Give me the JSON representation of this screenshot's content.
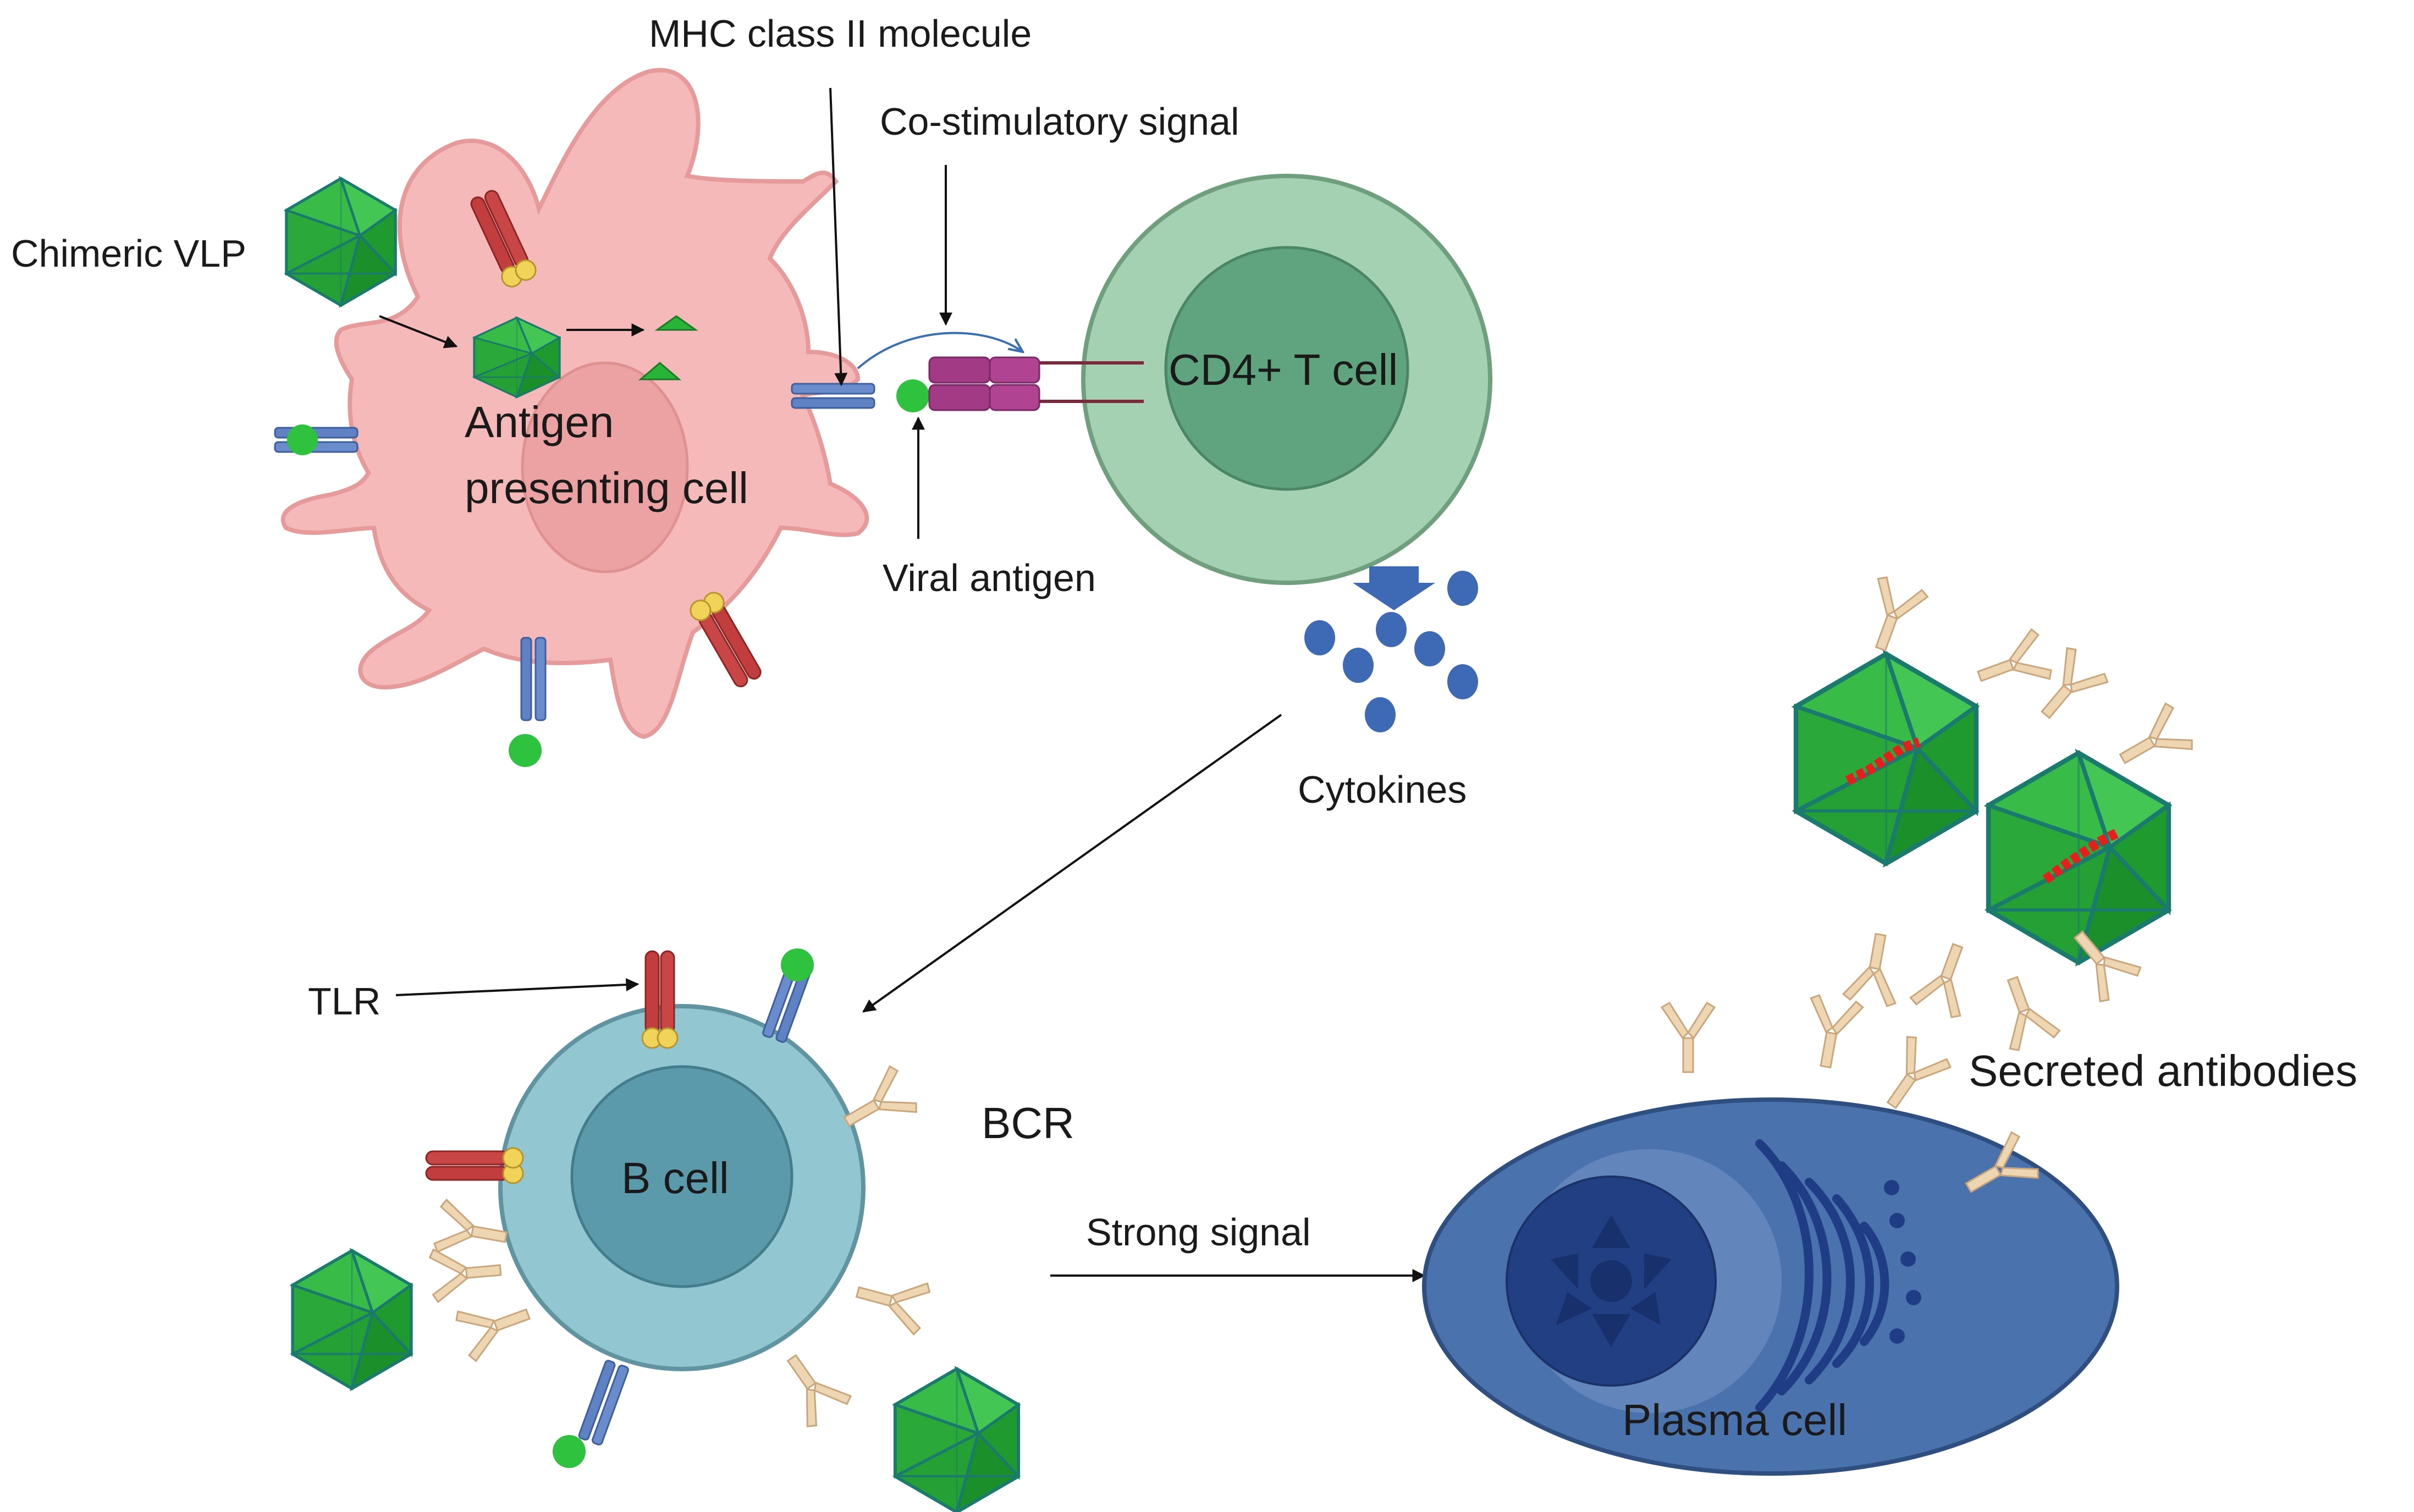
{
  "labels": {
    "mhc": "MHC class II molecule",
    "costim": "Co-stimulatory signal",
    "vlp": "Chimeric VLP",
    "apc_line1": "Antigen",
    "apc_line2": "presenting cell",
    "tcell": "CD4+ T cell",
    "viral_antigen": "Viral antigen",
    "cytokines": "Cytokines",
    "tlr": "TLR",
    "bcr": "BCR",
    "bcell": "B cell",
    "strong_signal": "Strong signal",
    "secreted": "Secreted antibodies",
    "plasma": "Plasma cell"
  },
  "colors": {
    "apc_fill": "#f6b9b9",
    "apc_stroke": "#e79a9a",
    "apc_nucleus": "#eca2a2",
    "tcell_outer": "#a3d1b1",
    "tcell_inner": "#5fa37f",
    "bcell_outer": "#92c6d1",
    "bcell_inner": "#5b9aab",
    "plasma_outer": "#4a72ad",
    "plasma_inner": "#233f84",
    "vlp_green": "#27b437",
    "mhc_blue": "#5f82c4",
    "tlr_red": "#c23d3d",
    "tlr_yellow": "#f2d35a",
    "antibody": "#e8caa2",
    "cytokine_blue": "#3e69b5",
    "tcr_purple": "#a23a85",
    "rna_red": "#e81d1d"
  },
  "icons": [
    "vlp-icon",
    "mhc-ii-icon",
    "tlr-icon",
    "antibody-icon",
    "cytokine-icon",
    "tcr-icon",
    "arrow-icon"
  ]
}
